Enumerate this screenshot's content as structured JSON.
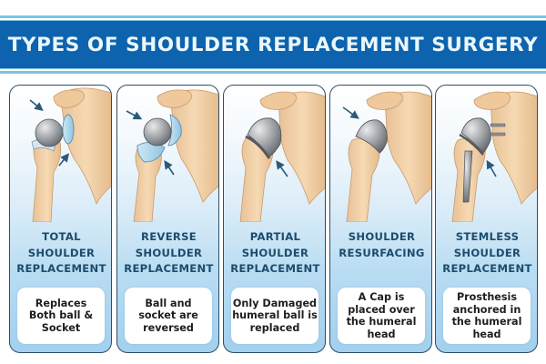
{
  "header": {
    "title": "TYPES OF SHOULDER REPLACEMENT SURGERY",
    "colors": {
      "band": "#0d63ad",
      "stripe": "#7ec3df",
      "text": "#eaf7fd"
    }
  },
  "cards": [
    {
      "title": "TOTAL\nSHOULDER\nREPLACEMENT",
      "description": "Replaces\nBoth ball &\nSocket",
      "illustration": "total-shoulder-replacement-illustration"
    },
    {
      "title": "REVERSE\nSHOULDER\nREPLACEMENT",
      "description": "Ball and\nsocket are\nreversed",
      "illustration": "reverse-shoulder-replacement-illustration"
    },
    {
      "title": "PARTIAL\nSHOULDER\nREPLACEMENT",
      "description": "Only Damaged\nhumeral ball is\nreplaced",
      "illustration": "partial-shoulder-replacement-illustration"
    },
    {
      "title": "SHOULDER\nRESURFACING",
      "description": "A Cap is\nplaced over\nthe humeral\nhead",
      "illustration": "shoulder-resurfacing-illustration"
    },
    {
      "title": "STEMLESS\nSHOULDER\nREPLACEMENT",
      "description": "Prosthesis\nanchored in\nthe humeral\nhead",
      "illustration": "stemless-shoulder-replacement-illustration"
    }
  ],
  "colors": {
    "card_border": "#2d4e68",
    "card_title": "#1b4c6e",
    "bone": "#f1cfa4",
    "bone_shadow": "#d9ad7f",
    "implant": "#9a9da1",
    "arrow": "#2b5a78"
  }
}
